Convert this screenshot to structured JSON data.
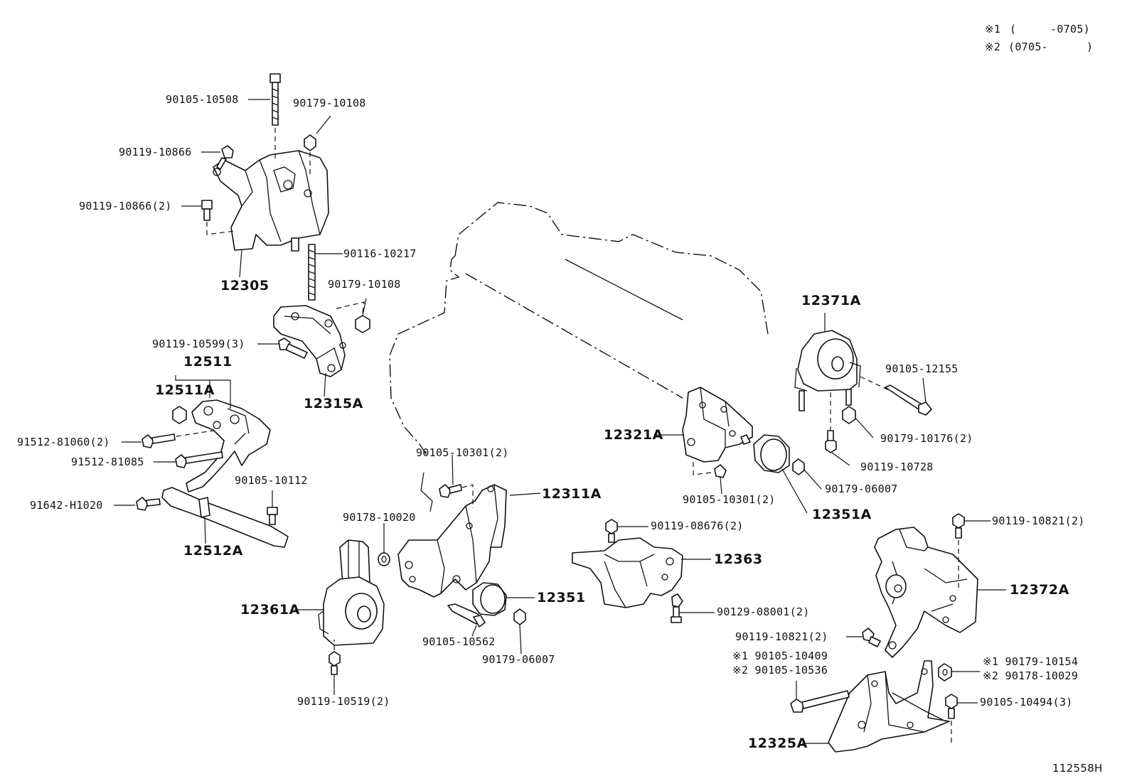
{
  "notes": {
    "line1_mark": "※1",
    "line1_open": "(",
    "line1_range": "-0705)",
    "line2_mark": "※2",
    "line2_range": "(0705-",
    "line2_close": ")"
  },
  "figure_id": "112558H",
  "parts": {
    "p12305": "12305",
    "p12315A": "12315A",
    "p12511": "12511",
    "p12511A": "12511A",
    "p12512A": "12512A",
    "p12361A": "12361A",
    "p12311A": "12311A",
    "p12351": "12351",
    "p12321A": "12321A",
    "p12351A": "12351A",
    "p12371A": "12371A",
    "p12363": "12363",
    "p12372A": "12372A",
    "p12325A": "12325A"
  },
  "fasteners": {
    "f_90105_10508": "90105-10508",
    "f_90179_10108_a": "90179-10108",
    "f_90119_10866": "90119-10866",
    "f_90119_10866_2": "90119-10866(2)",
    "f_90116_10217": "90116-10217",
    "f_90179_10108_b": "90179-10108",
    "f_90119_10599_3": "90119-10599(3)",
    "f_91512_81060_2": "91512-81060(2)",
    "f_91512_81085": "91512-81085",
    "f_90105_10112": "90105-10112",
    "f_91642_H1020": "91642-H1020",
    "f_90105_10301_2_a": "90105-10301(2)",
    "f_90178_10020": "90178-10020",
    "f_90105_10562": "90105-10562",
    "f_90179_06007_a": "90179-06007",
    "f_90119_10519_2": "90119-10519(2)",
    "f_90105_12155": "90105-12155",
    "f_90179_10176_2": "90179-10176(2)",
    "f_90119_10728": "90119-10728",
    "f_90179_06007_b": "90179-06007",
    "f_90105_10301_2_b": "90105-10301(2)",
    "f_90119_08676_2": "90119-08676(2)",
    "f_90119_10821_2_a": "90119-10821(2)",
    "f_90129_08001_2": "90129-08001(2)",
    "f_90119_10821_2_b": "90119-10821(2)",
    "f_90105_10409": "※1 90105-10409",
    "f_90105_10536": "※2 90105-10536",
    "f_90179_10154": "※1 90179-10154",
    "f_90178_10029": "※2 90178-10029",
    "f_90105_10494_3": "90105-10494(3)"
  }
}
